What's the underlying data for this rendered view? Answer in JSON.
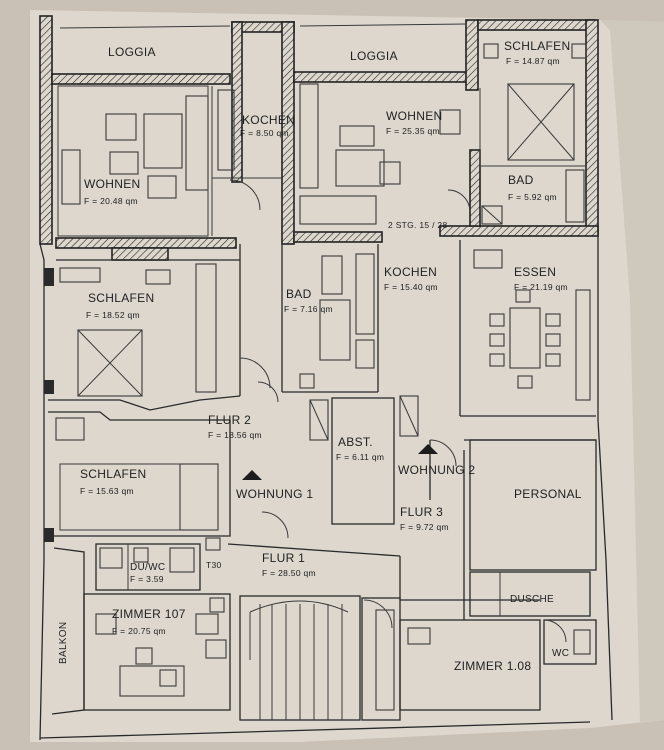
{
  "colors": {
    "background": "#c9c1b6",
    "paper": "#ddd7cd",
    "ink": "#2a2a2a"
  },
  "rooms": [
    {
      "id": "loggia-left",
      "name": "LOGGIA",
      "area": ""
    },
    {
      "id": "loggia-mid",
      "name": "LOGGIA",
      "area": ""
    },
    {
      "id": "schlafen-top",
      "name": "SCHLAFEN",
      "area": "F = 14.87 qm"
    },
    {
      "id": "kochen-top",
      "name": "KOCHEN",
      "area": "F = 8.50 qm"
    },
    {
      "id": "wohnen-mid",
      "name": "WOHNEN",
      "area": "F = 25.35 qm"
    },
    {
      "id": "wohnen-left",
      "name": "WOHNEN",
      "area": "F = 20.48 qm"
    },
    {
      "id": "bad-top",
      "name": "BAD",
      "area": "F = 5.92 qm"
    },
    {
      "id": "schlafen-mid",
      "name": "SCHLAFEN",
      "area": "F = 18.52 qm"
    },
    {
      "id": "bad-mid",
      "name": "BAD",
      "area": "F = 7.16 qm"
    },
    {
      "id": "kochen-mid",
      "name": "KOCHEN",
      "area": "F = 15.40 qm"
    },
    {
      "id": "essen",
      "name": "ESSEN",
      "area": "F = 21.19 qm"
    },
    {
      "id": "flur-2",
      "name": "FLUR 2",
      "area": "F = 18.56 qm"
    },
    {
      "id": "abst",
      "name": "ABST.",
      "area": "F = 6.11 qm"
    },
    {
      "id": "schlafen-low",
      "name": "SCHLAFEN",
      "area": "F = 15.63 qm"
    },
    {
      "id": "flur-3",
      "name": "FLUR 3",
      "area": "F = 9.72 qm"
    },
    {
      "id": "personal",
      "name": "PERSONAL",
      "area": ""
    },
    {
      "id": "du-wc",
      "name": "DU/WC",
      "area": "F = 3.59"
    },
    {
      "id": "flur-1",
      "name": "FLUR 1",
      "area": "F = 28.50 qm"
    },
    {
      "id": "dusche",
      "name": "DUSCHE",
      "area": ""
    },
    {
      "id": "zimmer-107",
      "name": "ZIMMER 107",
      "area": "F = 20.75 qm"
    },
    {
      "id": "zimmer-108",
      "name": "ZIMMER 1.08",
      "area": ""
    },
    {
      "id": "wc",
      "name": "WC",
      "area": ""
    },
    {
      "id": "balkon",
      "name": "BALKON",
      "area": ""
    }
  ],
  "annotations": {
    "stairs_note": "2 STG. 15 / 28",
    "wohnung_1": "WOHNUNG 1",
    "wohnung_2": "WOHNUNG 2",
    "t30": "T30"
  }
}
